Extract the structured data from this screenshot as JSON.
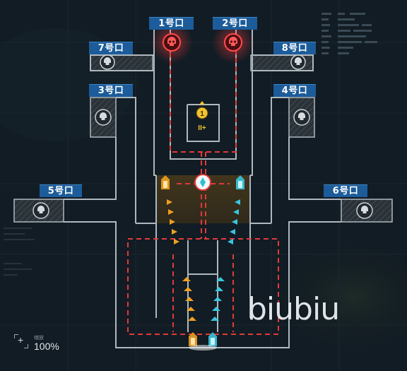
{
  "gates": [
    {
      "id": "1",
      "label": "1号口",
      "status": "enemy"
    },
    {
      "id": "2",
      "label": "2号口",
      "status": "enemy"
    },
    {
      "id": "3",
      "label": "3号口",
      "status": "idle"
    },
    {
      "id": "4",
      "label": "4号口",
      "status": "idle"
    },
    {
      "id": "5",
      "label": "5号口",
      "status": "idle"
    },
    {
      "id": "6",
      "label": "6号口",
      "status": "idle"
    },
    {
      "id": "7",
      "label": "7号口",
      "status": "idle"
    },
    {
      "id": "8",
      "label": "8号口",
      "status": "idle"
    }
  ],
  "objective_marker": {
    "number": "1",
    "tag": "II+"
  },
  "watermark": "biubiu",
  "zoom": {
    "caption": "缩放",
    "value": "100%"
  },
  "colors": {
    "enemy": "#e8303b",
    "gate_label_bg": "#1c5c9a",
    "wall": "#aeb8be",
    "orange_path": "#f0a020",
    "cyan_path": "#38c8e0",
    "danger_zone": "#e23a3a",
    "objective": "#f2c230"
  },
  "icons": {
    "enemy_spawn": "skull-icon",
    "idle_spawn": "skull-icon",
    "defense_core": "crystal-icon",
    "operator": "operator-icon",
    "objective": "objective-pin-icon",
    "path_arrow": "chevron-arrow-icon"
  }
}
